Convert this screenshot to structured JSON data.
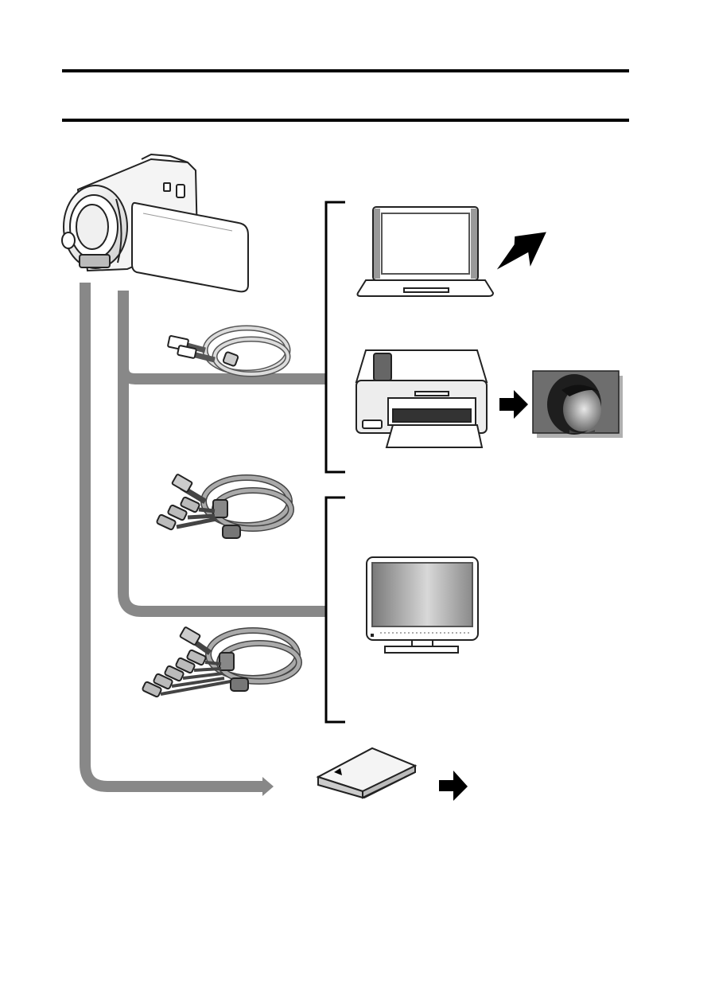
{
  "page": {
    "header_title": "",
    "header_subtitle": ""
  },
  "diagram": {
    "devices": [
      {
        "id": "camcorder",
        "icon": "camcorder-icon"
      },
      {
        "id": "usb-cable",
        "icon": "usb-cable-icon"
      },
      {
        "id": "av-cable-composite",
        "icon": "av-cable-icon"
      },
      {
        "id": "component-cable",
        "icon": "component-cable-icon"
      },
      {
        "id": "laptop",
        "icon": "laptop-icon"
      },
      {
        "id": "printer",
        "icon": "printer-icon"
      },
      {
        "id": "printed-photo",
        "icon": "portrait-photo-icon"
      },
      {
        "id": "television",
        "icon": "tv-icon"
      },
      {
        "id": "sd-card",
        "icon": "sd-card-icon"
      }
    ],
    "colors": {
      "connector_line": "#888888",
      "outline": "#222222",
      "arrow_fill": "#000000",
      "screen_gradient_dark": "#7a7a7a",
      "screen_gradient_light": "#d8d8d8"
    }
  }
}
